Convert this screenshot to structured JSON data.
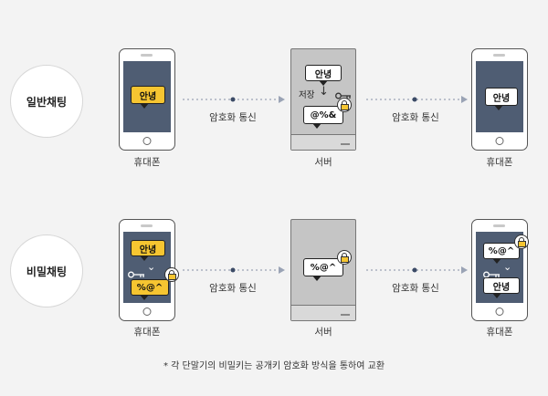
{
  "rows": [
    {
      "title": "일반채팅",
      "sender_label": "휴대폰",
      "server_label": "서버",
      "receiver_label": "휴대폰",
      "link1": "암호화 통신",
      "link2": "암호화 통신",
      "sender_bubble": "안녕",
      "server_plain": "안녕",
      "server_store": "저장",
      "server_cipher": "@%&",
      "receiver_bubble": "안녕"
    },
    {
      "title": "비밀채팅",
      "sender_label": "휴대폰",
      "server_label": "서버",
      "receiver_label": "휴대폰",
      "link1": "암호화 통신",
      "link2": "암호화 통신",
      "sender_plain": "안녕",
      "sender_cipher": "%@^",
      "server_cipher": "%@^",
      "receiver_cipher": "%@^",
      "receiver_plain": "안녕"
    }
  ],
  "footnote": "* 각 단말기의 비밀키는 공개키 암호화 방식을 통하여 교환",
  "colors": {
    "accent": "#f6c531",
    "screen": "#4f5d73",
    "arrow": "#9aa3b5",
    "dot": "#3b4a66"
  },
  "icons": [
    "key-icon",
    "lock-icon",
    "down-arrow-icon",
    "check-icon"
  ]
}
